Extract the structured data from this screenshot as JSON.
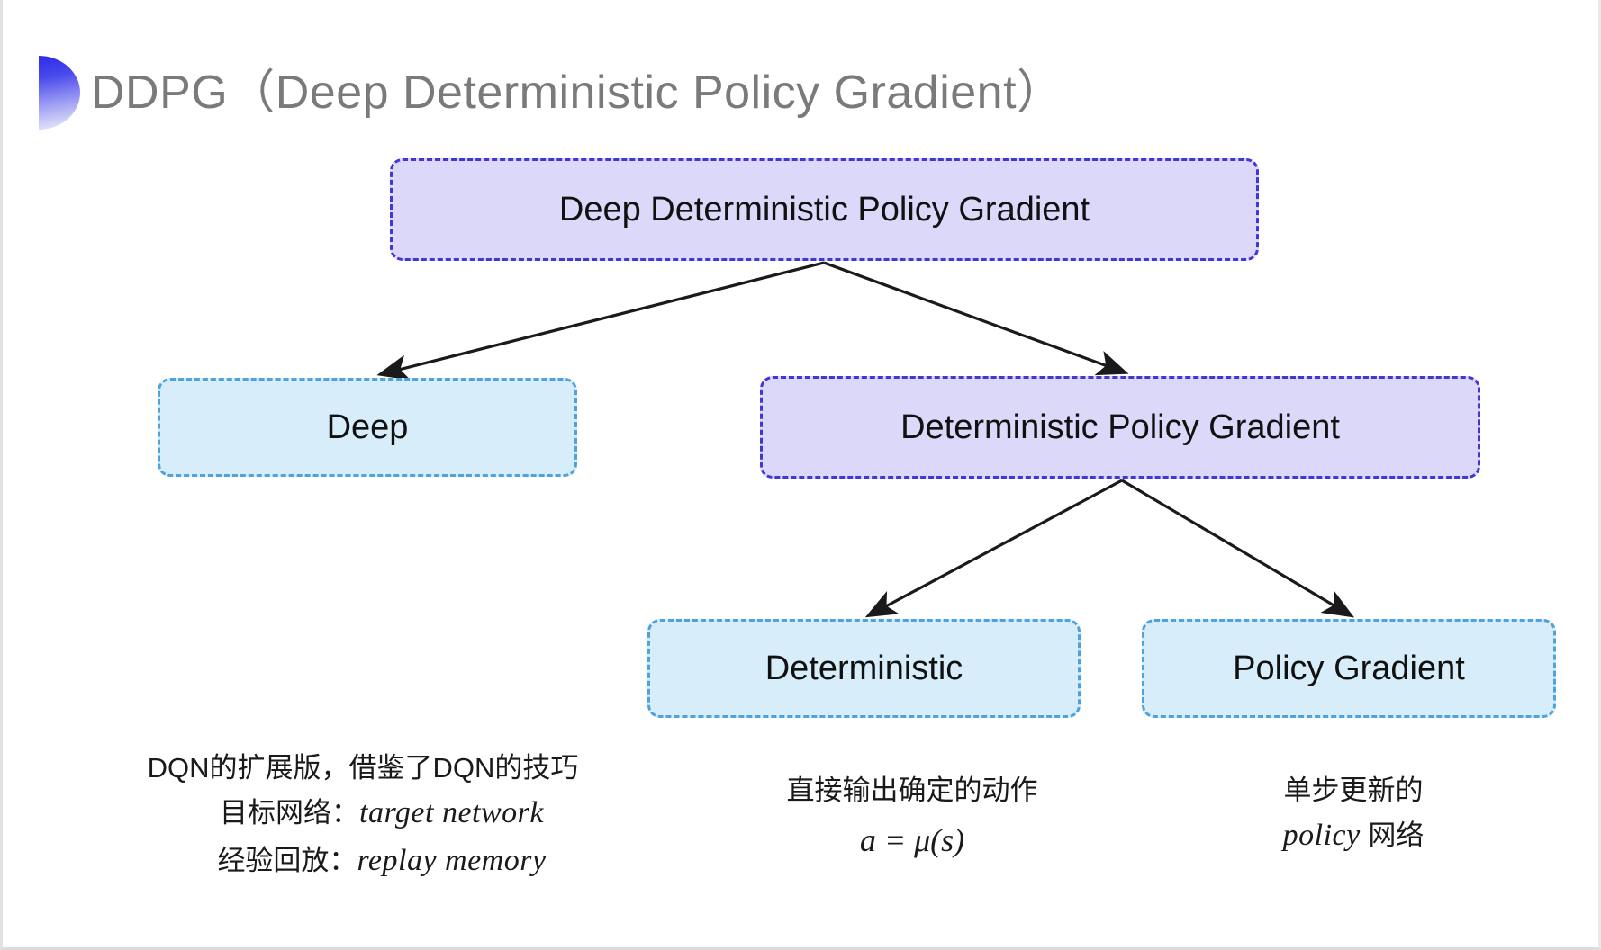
{
  "slide": {
    "title": "DDPG（Deep Deterministic Policy Gradient）",
    "bullet_icon": "half-circle-bullet-icon",
    "title_color": "#7a7a7a",
    "background": "#ffffff"
  },
  "theme": {
    "purple_fill": "#dbd8f9",
    "purple_border": "#4236d6",
    "blue_fill": "#d7eefa",
    "blue_border": "#4fa2dc",
    "arrow_color": "#1a1a1a",
    "text_color": "#111111"
  },
  "diagram": {
    "type": "tree",
    "nodes": [
      {
        "id": "root",
        "label": "Deep Deterministic Policy Gradient",
        "style": "purple",
        "level": 0
      },
      {
        "id": "deep",
        "label": "Deep",
        "style": "blue",
        "level": 1
      },
      {
        "id": "dpg",
        "label": "Deterministic Policy Gradient",
        "style": "purple",
        "level": 1
      },
      {
        "id": "deterministic",
        "label": "Deterministic",
        "style": "blue",
        "level": 2
      },
      {
        "id": "policy-gradient",
        "label": "Policy Gradient",
        "style": "blue",
        "level": 2
      }
    ],
    "edges": [
      {
        "from": "root",
        "to": "deep"
      },
      {
        "from": "root",
        "to": "dpg"
      },
      {
        "from": "dpg",
        "to": "deterministic"
      },
      {
        "from": "dpg",
        "to": "policy-gradient"
      }
    ]
  },
  "captions": {
    "left": {
      "line1": "DQN的扩展版，借鉴了DQN的技巧",
      "line2_label": "目标网络：",
      "line2_value": "target network",
      "line3_label": "经验回放：",
      "line3_value": "replay memory"
    },
    "middle": {
      "line1": "直接输出确定的动作",
      "formula": "a = μ(s)"
    },
    "right": {
      "line1": "单步更新的",
      "line2_value": "policy",
      "line2_suffix": " 网络"
    }
  }
}
